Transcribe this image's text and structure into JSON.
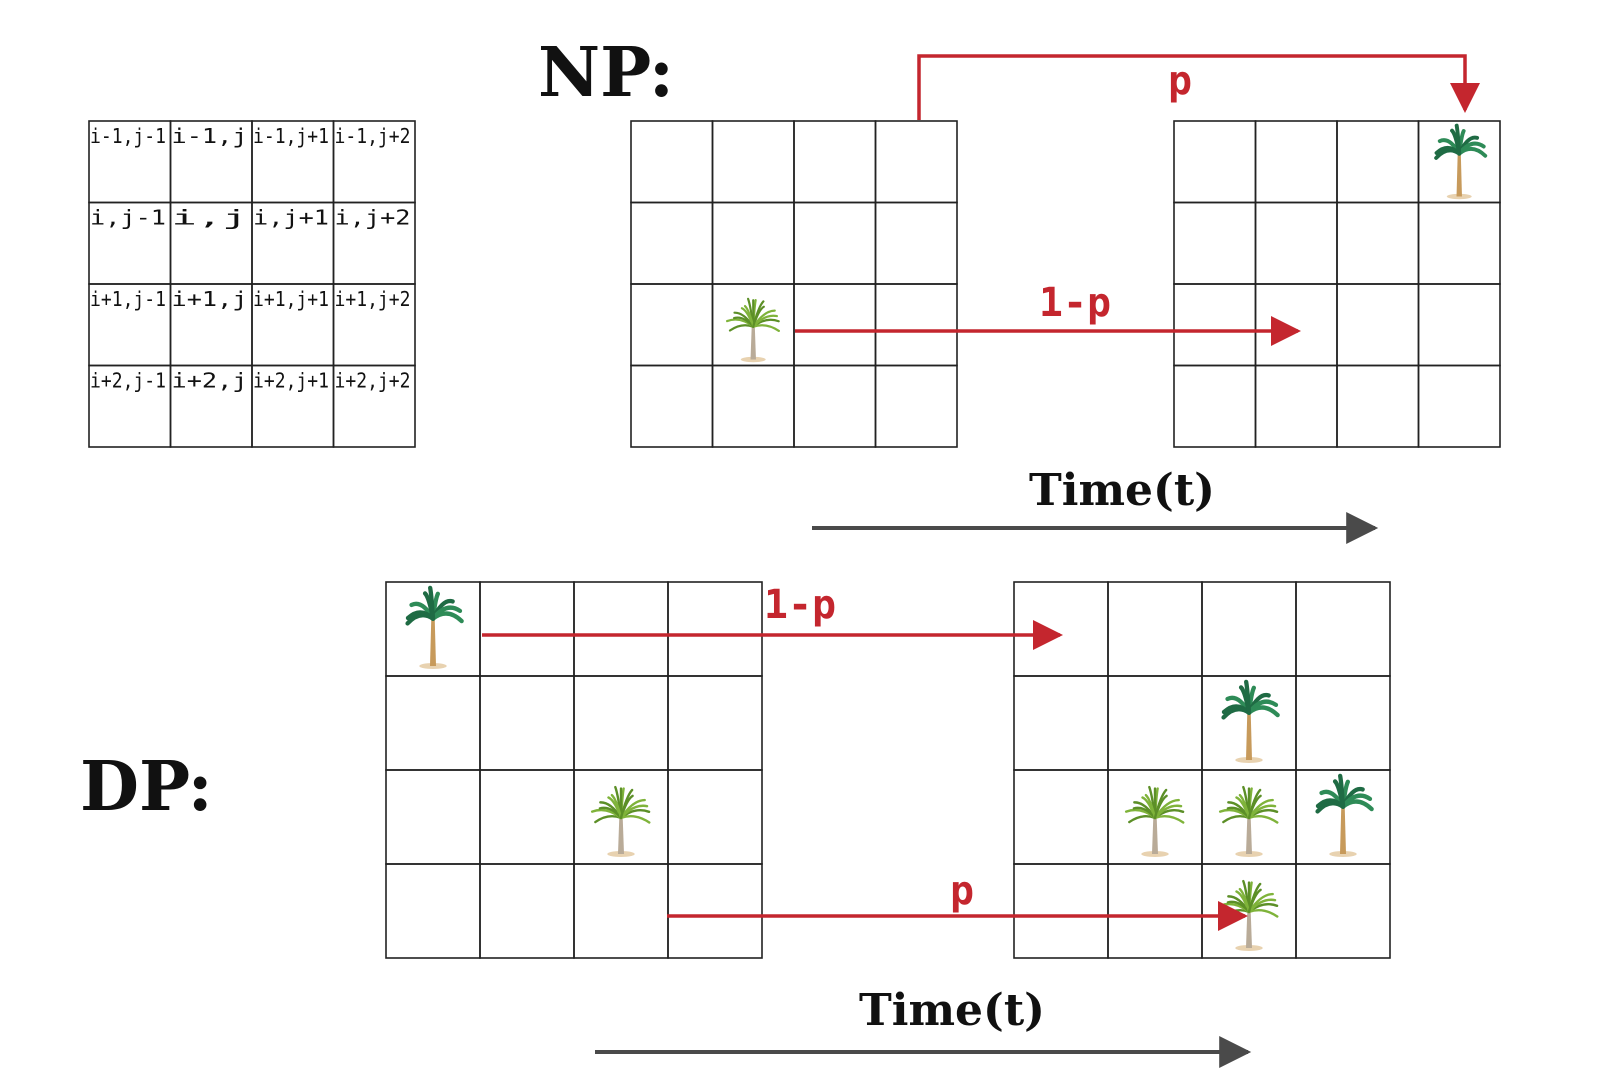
{
  "index_grid": {
    "cells": [
      [
        "i-1,j-1",
        "i-1,j",
        "i-1,j+1",
        "i-1,j+2"
      ],
      [
        "i,j-1",
        "i,j",
        "i,j+1",
        "i,j+2"
      ],
      [
        "i+1,j-1",
        "i+1,j",
        "i+1,j+1",
        "i+1,j+2"
      ],
      [
        "i+2,j-1",
        "i+2,j",
        "i+2,j+1",
        "i+2,j+2"
      ]
    ]
  },
  "np": {
    "title": "NP:",
    "p_label": "p",
    "one_minus_p_label": "1-p",
    "time_label": "Time(t)",
    "source_trees": [
      {
        "row": 2,
        "col": 1,
        "kind": "light"
      }
    ],
    "target_trees": [
      {
        "row": 0,
        "col": 3,
        "kind": "dark"
      }
    ]
  },
  "dp": {
    "title": "DP:",
    "p_label": "p",
    "one_minus_p_label": "1-p",
    "time_label": "Time(t)",
    "source_trees": [
      {
        "row": 0,
        "col": 0,
        "kind": "dark"
      },
      {
        "row": 2,
        "col": 2,
        "kind": "light"
      }
    ],
    "target_trees": [
      {
        "row": 1,
        "col": 2,
        "kind": "dark"
      },
      {
        "row": 2,
        "col": 1,
        "kind": "light"
      },
      {
        "row": 2,
        "col": 2,
        "kind": "light"
      },
      {
        "row": 2,
        "col": 3,
        "kind": "dark"
      },
      {
        "row": 3,
        "col": 2,
        "kind": "light"
      }
    ]
  },
  "colors": {
    "arrow_red": "#c4262e",
    "time_arrow_gray": "#4a4a4a",
    "palm_dark": "#2e8b57",
    "palm_light": "#7fb33a",
    "trunk": "#c79a5b"
  },
  "icons": [
    "palm-tree-icon"
  ]
}
